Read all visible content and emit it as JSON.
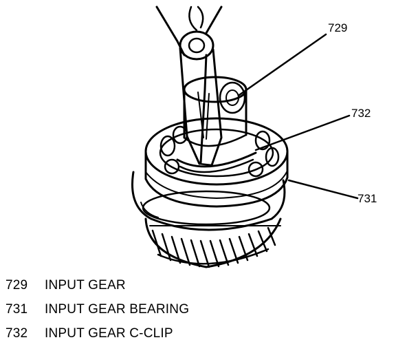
{
  "callouts": {
    "input_gear": "729",
    "c_clip": "732",
    "bearing": "731"
  },
  "legend": [
    {
      "number": "729",
      "label": "INPUT GEAR"
    },
    {
      "number": "731",
      "label": "INPUT GEAR BEARING"
    },
    {
      "number": "732",
      "label": "INPUT GEAR C-CLIP"
    }
  ]
}
